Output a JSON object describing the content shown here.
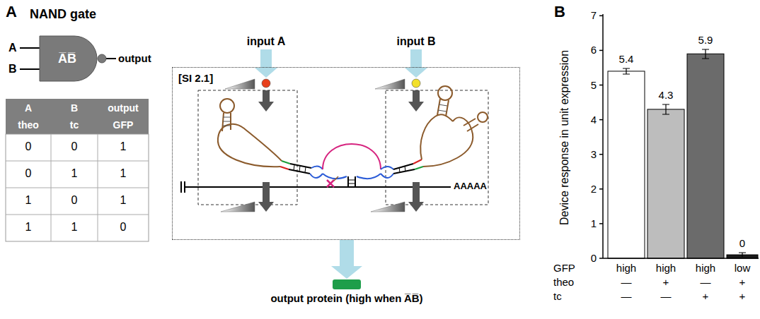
{
  "diagram": {
    "nodes": [
      {
        "text": [
          "A̅B̅"
        ]
      },
      {
        "text": [
          "[SI 2.1]"
        ]
      },
      {
        "text": [
          "output protein (high when A̅B̅)"
        ]
      }
    ],
    "edges": [
      {
        "from": 1,
        "to": 2,
        "arrow": "to"
      }
    ],
    "labels": [
      "A",
      "NAND gate",
      "A",
      "B",
      "output",
      "A",
      "B",
      "output",
      "theo",
      "tc",
      "GFP",
      "0",
      "0",
      "1",
      "0",
      "1",
      "1",
      "1",
      "0",
      "1",
      "1",
      "1",
      "0",
      "input A",
      "input B",
      "AAAAA",
      "B",
      "Device response in unit expression",
      "0",
      "1",
      "2",
      "3",
      "4",
      "5",
      "6",
      "7",
      "5.4",
      "4.3",
      "5.9",
      "0",
      "GFP",
      "high",
      "high",
      "high",
      "low",
      "theo",
      "—",
      "+",
      "—",
      "+",
      "tc",
      "—",
      "—",
      "+",
      "+"
    ]
  }
}
